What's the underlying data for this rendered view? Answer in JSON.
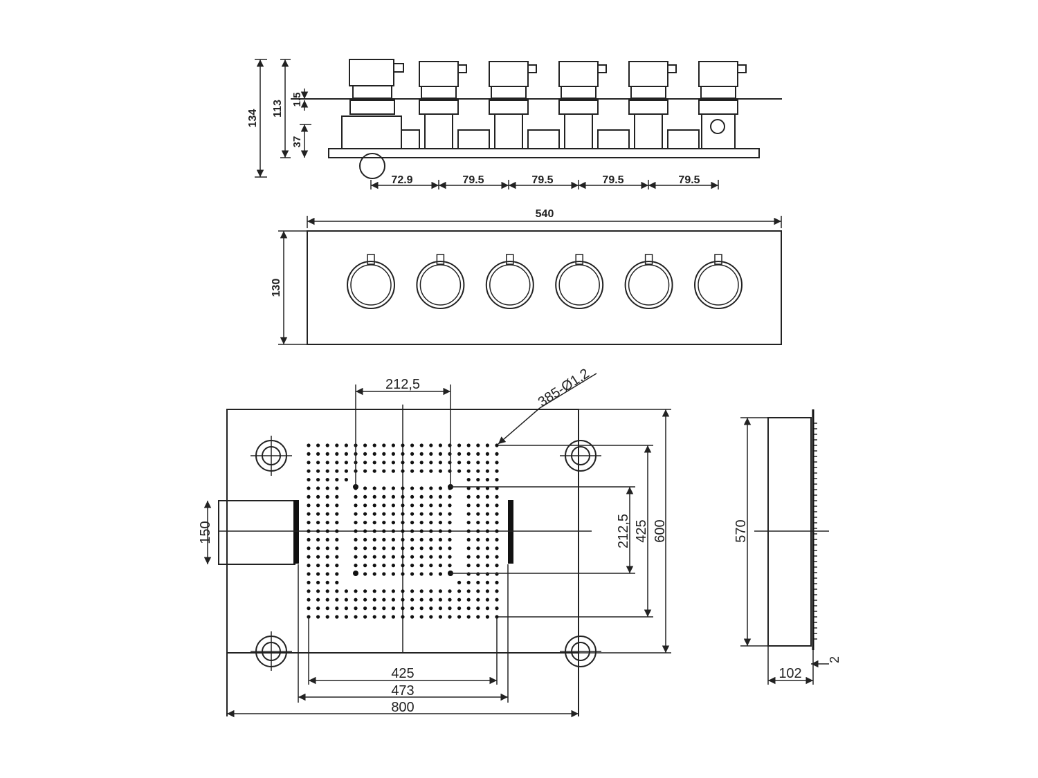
{
  "side_view": {
    "dimensions": {
      "height_total": "134",
      "height_body": "113",
      "thickness_plate": "1.5",
      "depth_wall": "37",
      "spacing": [
        "72.9",
        "79.5",
        "79.5",
        "79.5",
        "79.5"
      ]
    }
  },
  "front_view": {
    "width": "540",
    "height": "130",
    "knob_count": 6
  },
  "shower_head_plan": {
    "dims": {
      "top_inner": "212,5",
      "nozzles": "385-Ø1,2",
      "inlet": "150",
      "inner_v": "212,5",
      "nozzle_v": "425",
      "outer_v": "600",
      "bottom_425": "425",
      "bottom_473": "473",
      "bottom_800": "800"
    }
  },
  "shower_head_side": {
    "dims": {
      "height": "570",
      "depth": "102",
      "lip": "2"
    }
  }
}
